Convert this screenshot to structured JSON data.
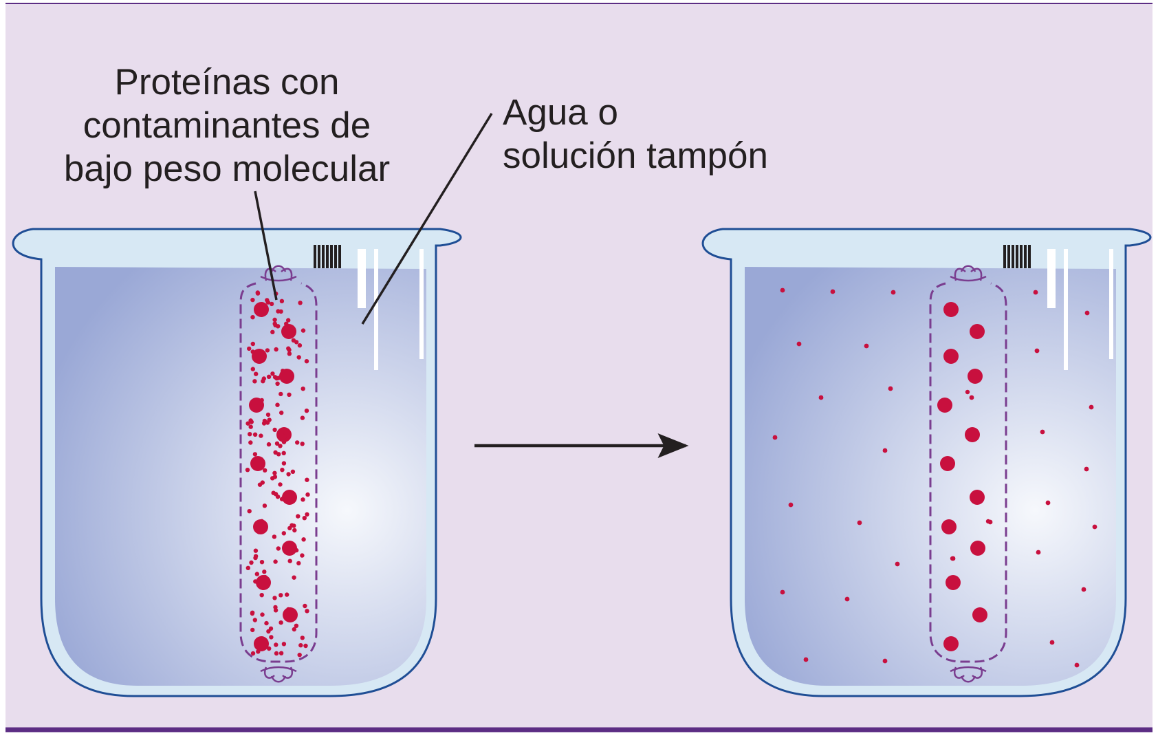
{
  "title": "",
  "labels": {
    "proteins": [
      "Proteínas con",
      "contaminantes de",
      "bajo peso molecular"
    ],
    "water": [
      "Agua o",
      "solución tampón"
    ]
  },
  "colors": {
    "background": "#e8dded",
    "frame_line": "#5c2d84",
    "water_light": "#f6f8fc",
    "water_dark": "#9aa8d6",
    "beaker_outline": "#1f4e95",
    "beaker_glass": "#d7e8f4",
    "membrane": "#7a3d8f",
    "protein": "#c8103e",
    "leader_line": "#231f20",
    "arrow": "#231f20"
  },
  "icons": [
    "beaker-icon",
    "dialysis-bag-icon",
    "protein-particle-icon",
    "contaminant-particle-icon",
    "process-arrow-icon"
  ]
}
